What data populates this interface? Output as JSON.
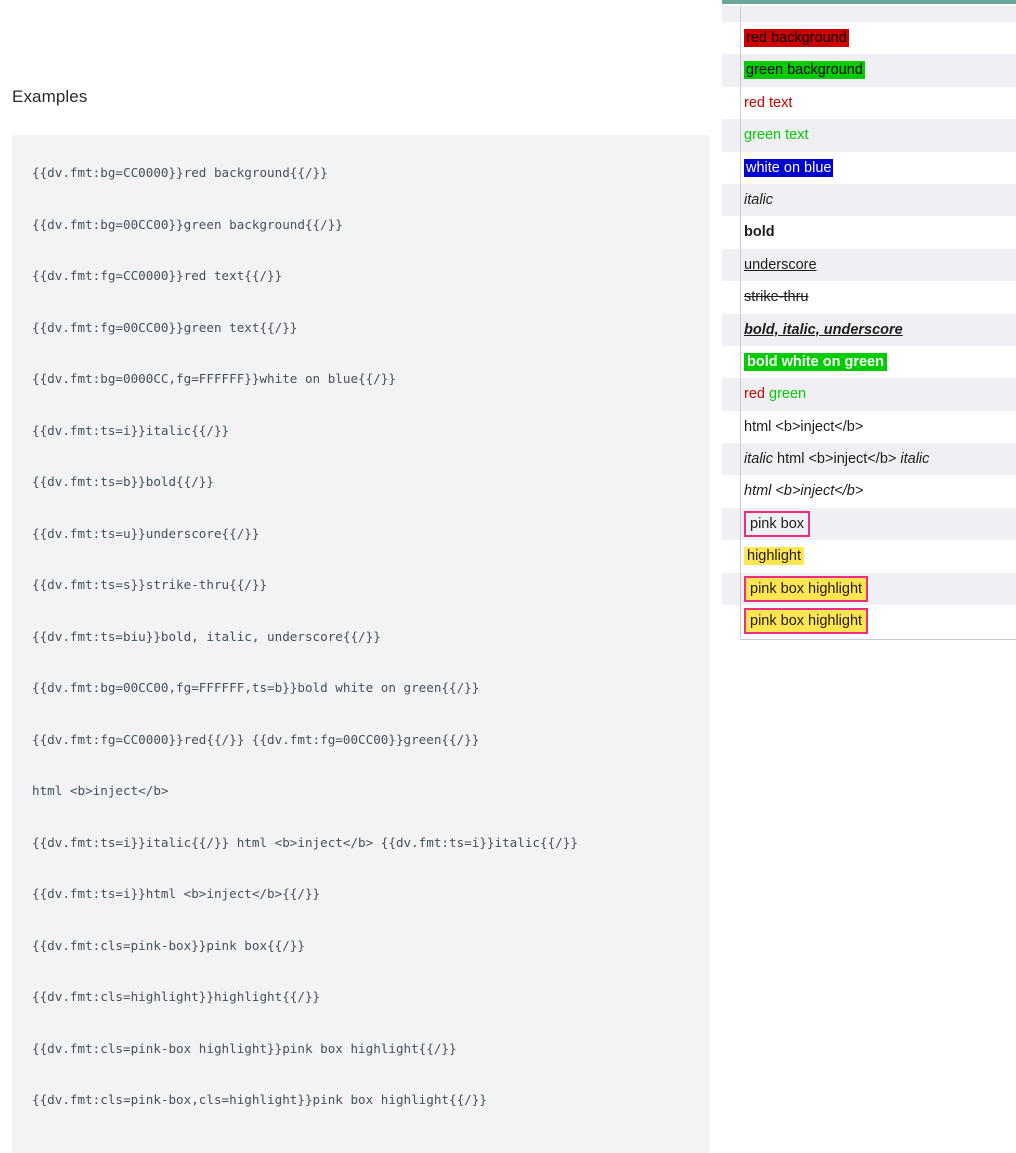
{
  "heading": "Examples",
  "code_block": {
    "lines": [
      "{{dv.fmt:bg=CC0000}}red background{{/}}",
      "{{dv.fmt:bg=00CC00}}green background{{/}}",
      "{{dv.fmt:fg=CC0000}}red text{{/}}",
      "{{dv.fmt:fg=00CC00}}green text{{/}}",
      "{{dv.fmt:bg=0000CC,fg=FFFFFF}}white on blue{{/}}",
      "{{dv.fmt:ts=i}}italic{{/}}",
      "{{dv.fmt:ts=b}}bold{{/}}",
      "{{dv.fmt:ts=u}}underscore{{/}}",
      "{{dv.fmt:ts=s}}strike-thru{{/}}",
      "{{dv.fmt:ts=biu}}bold, italic, underscore{{/}}",
      "{{dv.fmt:bg=00CC00,fg=FFFFFF,ts=b}}bold white on green{{/}}",
      "{{dv.fmt:fg=CC0000}}red{{/}} {{dv.fmt:fg=00CC00}}green{{/}}",
      "html <b>inject</b>",
      "{{dv.fmt:ts=i}}italic{{/}} html <b>inject</b> {{dv.fmt:ts=i}}italic{{/}}",
      "{{dv.fmt:ts=i}}html <b>inject</b>{{/}}",
      "{{dv.fmt:cls=pink-box}}pink box{{/}}",
      "{{dv.fmt:cls=highlight}}highlight{{/}}",
      "{{dv.fmt:cls=pink-box highlight}}pink box highlight{{/}}",
      "{{dv.fmt:cls=pink-box,cls=highlight}}pink box highlight{{/}}"
    ]
  },
  "render_panel": {
    "accent_color": "#69a699",
    "stripe_color": "#f0f0f4",
    "rows": [
      {
        "text": "",
        "style": "empty"
      },
      {
        "text": "red background",
        "style": "bg-red"
      },
      {
        "text": "green background",
        "style": "bg-green"
      },
      {
        "text": "red text",
        "style": "fg-red"
      },
      {
        "text": "green text",
        "style": "fg-green"
      },
      {
        "text": "white on blue",
        "style": "on-blue"
      },
      {
        "text": "italic",
        "style": "ts-i"
      },
      {
        "text": "bold",
        "style": "ts-b"
      },
      {
        "text": "underscore",
        "style": "ts-u"
      },
      {
        "text": "strike-thru",
        "style": "ts-s"
      },
      {
        "text": "bold, italic, underscore",
        "style": "ts-biu"
      },
      {
        "text": "bold white on green",
        "style": "bold-white-green"
      },
      {
        "text": "red green",
        "style": "red-green-pair",
        "part_a": "red",
        "part_b": "green"
      },
      {
        "text": "html <b>inject</b>",
        "style": "plain"
      },
      {
        "text": "italic html <b>inject</b> italic",
        "style": "italic-inject-italic",
        "part_a": "italic",
        "part_b": "html <b>inject</b>",
        "part_c": "italic"
      },
      {
        "text": "html <b>inject</b>",
        "style": "ts-i"
      },
      {
        "text": "pink box",
        "style": "pink-box"
      },
      {
        "text": "highlight",
        "style": "highlight"
      },
      {
        "text": "pink box highlight",
        "style": "pink-box highlight"
      },
      {
        "text": "pink box highlight",
        "style": "pink-box highlight"
      }
    ]
  },
  "colors": {
    "red": "#CC0000",
    "green": "#00CC00",
    "blue": "#0000CC",
    "white": "#FFFFFF",
    "pink_box_border": "#ED2E7E",
    "highlight_yellow": "#FFE552",
    "code_bg": "#f3f3f5",
    "code_fg": "#44505c"
  }
}
